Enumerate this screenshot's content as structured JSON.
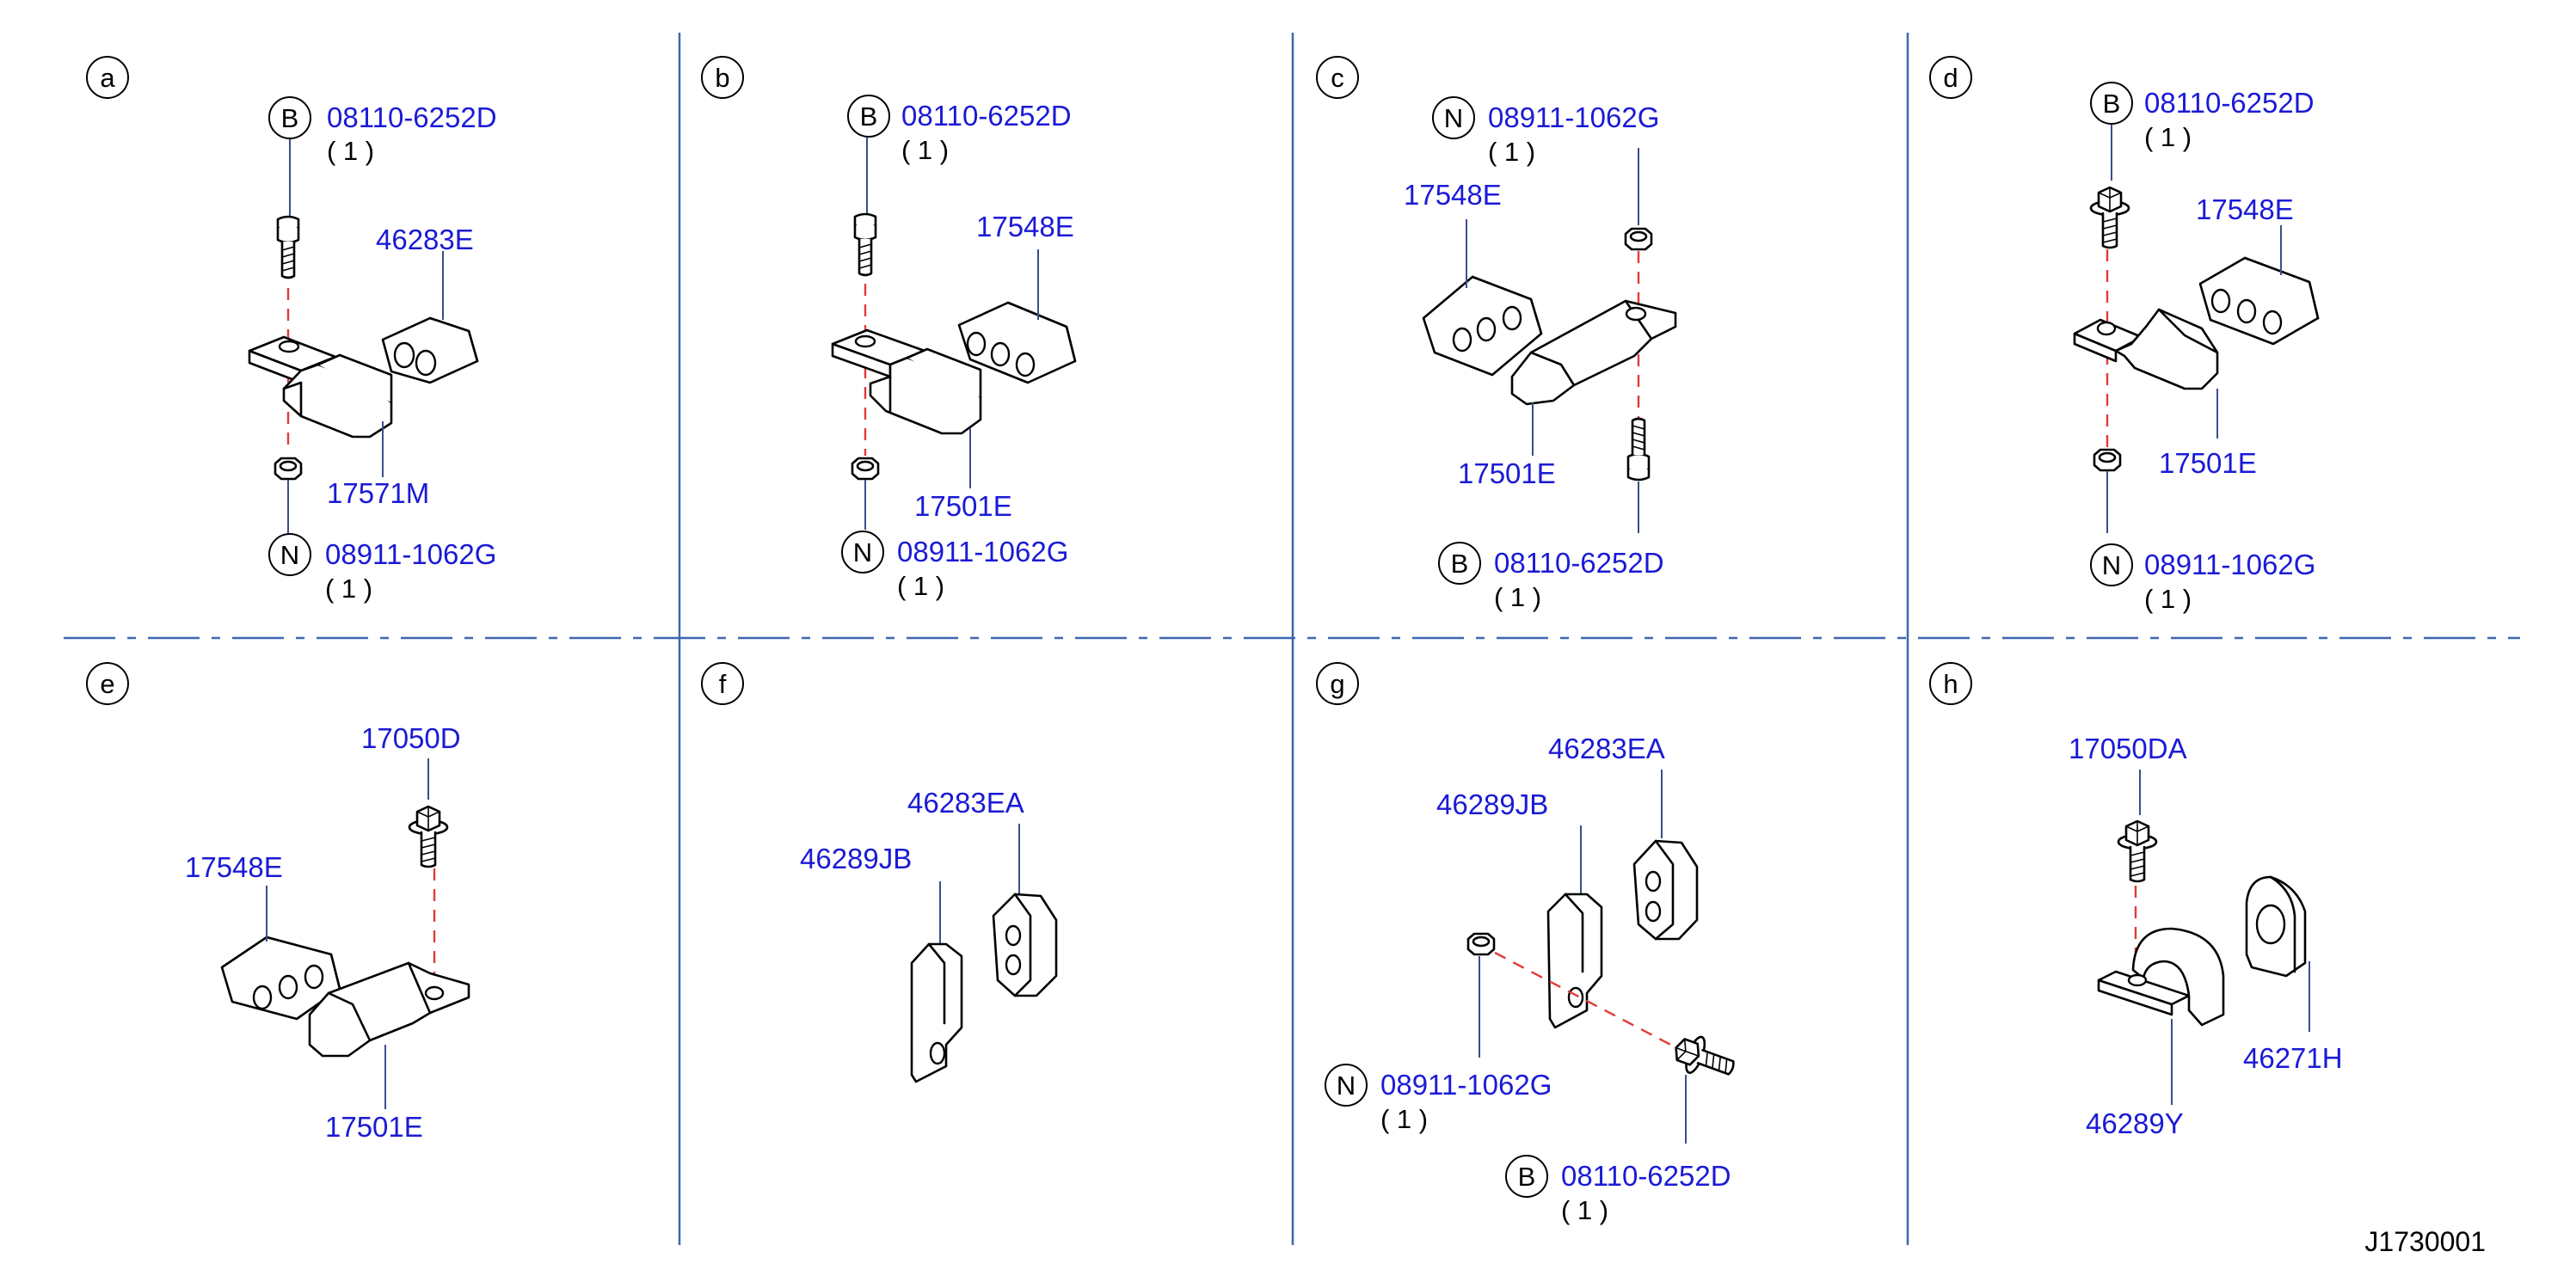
{
  "diagram_id": "J1730001",
  "panels": {
    "a": {
      "label": "a",
      "bolt": {
        "sym": "B",
        "pn": "08110-6252D",
        "qty": "( 1 )"
      },
      "insulator": "46283E",
      "bracket": "17571M",
      "nut": {
        "sym": "N",
        "pn": "08911-1062G",
        "qty": "( 1 )"
      }
    },
    "b": {
      "label": "b",
      "bolt": {
        "sym": "B",
        "pn": "08110-6252D",
        "qty": "( 1 )"
      },
      "insulator": "17548E",
      "bracket": "17501E",
      "nut": {
        "sym": "N",
        "pn": "08911-1062G",
        "qty": "( 1 )"
      }
    },
    "c": {
      "label": "c",
      "nut": {
        "sym": "N",
        "pn": "08911-1062G",
        "qty": "( 1 )"
      },
      "insulator": "17548E",
      "bracket": "17501E",
      "bolt": {
        "sym": "B",
        "pn": "08110-6252D",
        "qty": "( 1 )"
      }
    },
    "d": {
      "label": "d",
      "bolt": {
        "sym": "B",
        "pn": "08110-6252D",
        "qty": "( 1 )"
      },
      "insulator": "17548E",
      "bracket": "17501E",
      "nut": {
        "sym": "N",
        "pn": "08911-1062G",
        "qty": "( 1 )"
      }
    },
    "e": {
      "label": "e",
      "bolt": "17050D",
      "insulator": "17548E",
      "bracket": "17501E"
    },
    "f": {
      "label": "f",
      "insulator": "46283EA",
      "bracket": "46289JB"
    },
    "g": {
      "label": "g",
      "insulator": "46283EA",
      "bracket": "46289JB",
      "nut": {
        "sym": "N",
        "pn": "08911-1062G",
        "qty": "( 1 )"
      },
      "bolt": {
        "sym": "B",
        "pn": "08110-6252D",
        "qty": "( 1 )"
      }
    },
    "h": {
      "label": "h",
      "bolt": "17050DA",
      "insulator": "46271H",
      "bracket": "46289Y"
    }
  }
}
